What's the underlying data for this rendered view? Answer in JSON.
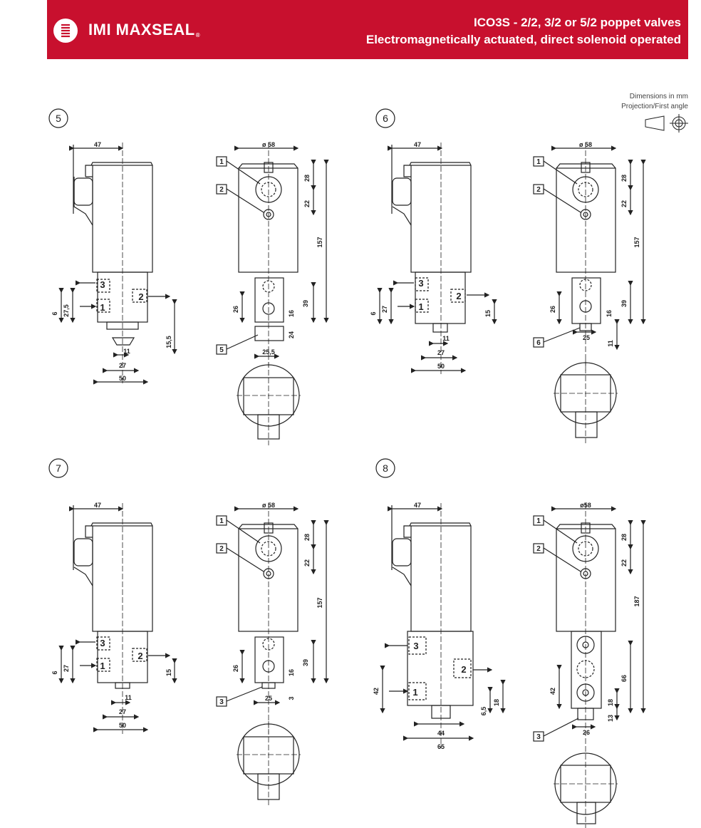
{
  "header": {
    "brand": "IMI MAXSEAL",
    "brand_mark": "®",
    "title": "ICO3S - 2/2, 3/2 or 5/2 poppet valves",
    "subtitle": "Electromagnetically actuated, direct solenoid operated",
    "color": "#c8102e"
  },
  "note": {
    "line1": "Dimensions in mm",
    "line2": "Projection/First angle",
    "symbol": "first-angle-projection-icon"
  },
  "diagrams": [
    {
      "number": "5",
      "side": {
        "top_width": "47",
        "ports": [
          "3",
          "1",
          "2"
        ],
        "dims_left": [
          "6",
          "27,5"
        ],
        "dim_right": "15,5",
        "bottom": [
          "11",
          "27",
          "50"
        ]
      },
      "front": {
        "diameter": "ø 58",
        "dims_right": [
          "28",
          "22",
          "157",
          "39",
          "16",
          "24"
        ],
        "dim_left": "26",
        "bottom": "25,5",
        "callouts": [
          "1",
          "2",
          "5"
        ]
      }
    },
    {
      "number": "6",
      "side": {
        "top_width": "47",
        "ports": [
          "3",
          "1",
          "2"
        ],
        "dims_left": [
          "6",
          "27"
        ],
        "dim_right": "15",
        "bottom": [
          "11",
          "27",
          "50"
        ]
      },
      "front": {
        "diameter": "ø 58",
        "dims_right": [
          "28",
          "22",
          "157",
          "39",
          "16",
          "11"
        ],
        "dim_left": "26",
        "bottom": "25",
        "callouts": [
          "1",
          "2",
          "6"
        ]
      }
    },
    {
      "number": "7",
      "side": {
        "top_width": "47",
        "ports": [
          "3",
          "1",
          "2"
        ],
        "dims_left": [
          "6",
          "27"
        ],
        "dim_right": "15",
        "bottom": [
          "11",
          "27",
          "50"
        ]
      },
      "front": {
        "diameter": "ø 58",
        "dims_right": [
          "28",
          "22",
          "157",
          "39",
          "16",
          "3"
        ],
        "dim_left": "26",
        "bottom": "25",
        "callouts": [
          "1",
          "2",
          "3"
        ]
      }
    },
    {
      "number": "8",
      "side": {
        "top_width": "47",
        "ports": [
          "3",
          "2",
          "1"
        ],
        "dims_left": [
          "42"
        ],
        "dims_right": [
          "6,5",
          "18"
        ],
        "bottom": [
          "44",
          "65"
        ]
      },
      "front": {
        "diameter": "ø58",
        "dims_right": [
          "28",
          "22",
          "187",
          "66",
          "18",
          "13"
        ],
        "dim_left": "42",
        "bottom": "26",
        "callouts": [
          "1",
          "2",
          "3"
        ]
      }
    }
  ]
}
